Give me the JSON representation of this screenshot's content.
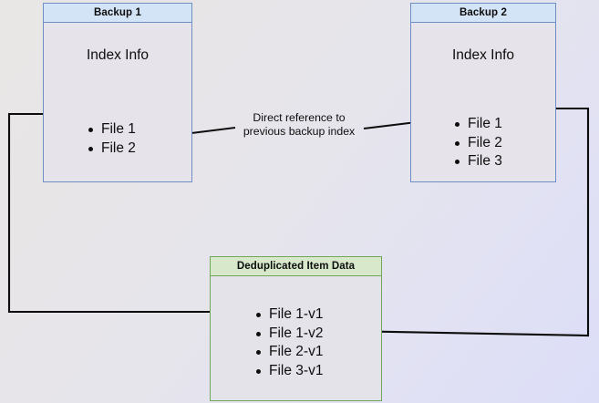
{
  "diagram": {
    "title_semantic": "backup-deduplication-diagram",
    "background_colors": {
      "top_left": "#e9e6e6",
      "bottom_right": "#dcdef8"
    },
    "colors": {
      "blue_border": "#6d8fc4",
      "blue_header_fill": "#d4e4f7",
      "green_border": "#6fa85a",
      "green_header_fill": "#d7e8cb",
      "node_body_fill": "#e6e4ea",
      "connector": "#0d0d0d"
    }
  },
  "backup1": {
    "header": "Backup 1",
    "subtitle": "Index Info",
    "files": [
      "File 1",
      "File 2"
    ]
  },
  "backup2": {
    "header": "Backup 2",
    "subtitle": "Index Info",
    "files": [
      "File 1",
      "File 2",
      "File 3"
    ]
  },
  "dedup": {
    "header": "Deduplicated Item Data",
    "files": [
      "File 1-v1",
      "File 1-v2",
      "File 2-v1",
      "File 3-v1"
    ]
  },
  "annotation": {
    "line1": "Direct reference to",
    "line2": "previous backup index"
  },
  "connectors": [
    {
      "name": "backup1-file1-to-dedup-file1v1",
      "from": "Backup 1 / File 1",
      "to": "Deduplicated Item Data / File 1-v1",
      "arrowhead": "end"
    },
    {
      "name": "backup2-file1-to-dedup-file1v2",
      "from": "Backup 2 / File 1",
      "to": "Deduplicated Item Data / File 1-v2",
      "arrowhead": "end"
    },
    {
      "name": "backup2-index-to-backup1-file2",
      "from": "Backup 2 / File 2",
      "to": "Backup 1 / File 2",
      "arrowhead": "end",
      "label": "Direct reference to previous backup index"
    }
  ]
}
